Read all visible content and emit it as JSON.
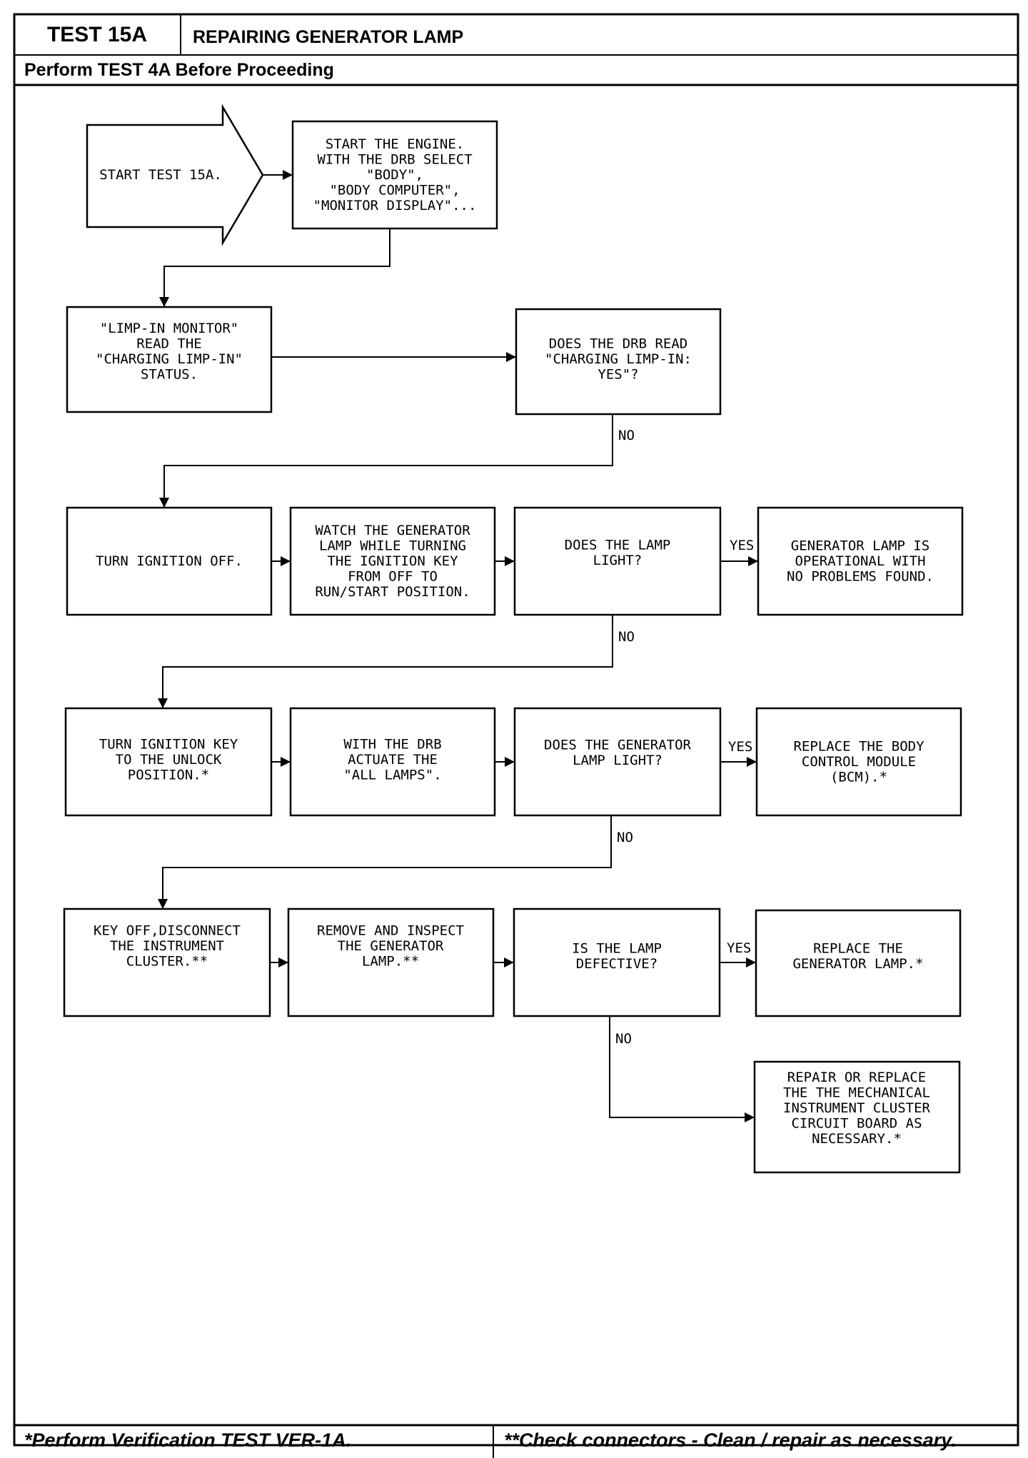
{
  "header": {
    "test_id": "TEST 15A",
    "title": "REPAIRING GENERATOR LAMP",
    "prerequisite": "Perform TEST 4A Before Proceeding"
  },
  "footer": {
    "left_note": "*Perform Verification TEST VER-1A.",
    "right_note": "**Check connectors - Clean / repair as necessary."
  },
  "flow": {
    "start": [
      "START TEST 15A."
    ],
    "s1": [
      "START THE ENGINE.",
      "WITH THE DRB SELECT",
      "\"BODY\",",
      "\"BODY COMPUTER\",",
      "\"MONITOR DISPLAY\"..."
    ],
    "s2": [
      "\"LIMP-IN MONITOR\"",
      "READ THE",
      "\"CHARGING LIMP-IN\"",
      "STATUS."
    ],
    "s3": [
      "DOES THE DRB READ",
      "\"CHARGING LIMP-IN:",
      "YES\"?"
    ],
    "s4": [
      "TURN IGNITION OFF."
    ],
    "s5": [
      "WATCH THE GENERATOR",
      "LAMP WHILE TURNING",
      "THE IGNITION KEY",
      "FROM OFF TO",
      "RUN/START POSITION."
    ],
    "s6": [
      "DOES THE LAMP",
      "LIGHT?"
    ],
    "s7": [
      "GENERATOR LAMP IS",
      "OPERATIONAL WITH",
      "NO PROBLEMS FOUND."
    ],
    "s8": [
      "TURN IGNITION KEY",
      "TO THE UNLOCK",
      "POSITION.*"
    ],
    "s9": [
      "WITH THE DRB",
      "ACTUATE THE",
      "\"ALL LAMPS\"."
    ],
    "s10": [
      "DOES THE GENERATOR",
      "LAMP LIGHT?"
    ],
    "s11": [
      "REPLACE THE BODY",
      "CONTROL MODULE",
      "(BCM).*"
    ],
    "s12": [
      "KEY OFF,DISCONNECT",
      "THE INSTRUMENT",
      "CLUSTER.**"
    ],
    "s13": [
      "REMOVE AND INSPECT",
      "THE GENERATOR",
      "LAMP.**"
    ],
    "s14": [
      "IS THE LAMP",
      "DEFECTIVE?"
    ],
    "s15": [
      "REPLACE THE",
      "GENERATOR LAMP.*"
    ],
    "s16": [
      "REPAIR OR REPLACE",
      "THE THE MECHANICAL",
      "INSTRUMENT CLUSTER",
      "CIRCUIT BOARD AS",
      "NECESSARY.*"
    ]
  },
  "labels": {
    "yes": "YES",
    "no": "NO"
  }
}
